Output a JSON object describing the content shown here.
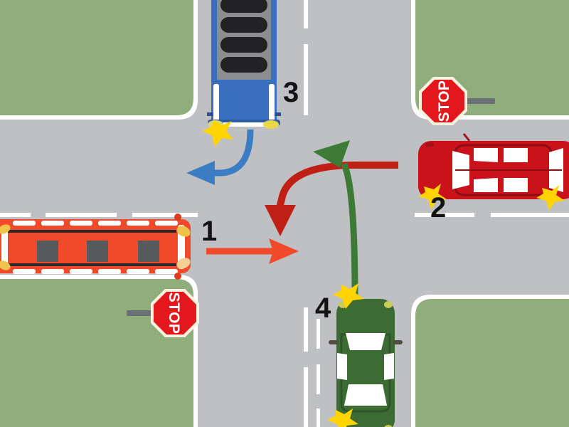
{
  "diagram": {
    "title": "Four-way intersection right-of-way diagram",
    "type": "traffic-intersection",
    "background_color": "#bfc0c4",
    "grass_color": "#8fae7c",
    "curb_color": "#ffffff",
    "lane_marking_color": "#ffffff"
  },
  "labels": {
    "one": "1",
    "two": "2",
    "three": "3",
    "four": "4"
  },
  "signs": [
    {
      "name": "stop-sign-northeast",
      "text": "STOP",
      "face_color": "#e3171c",
      "rotation": -90
    },
    {
      "name": "stop-sign-southwest",
      "text": "STOP",
      "face_color": "#e3171c",
      "rotation": 90
    }
  ],
  "vehicles": [
    {
      "id": "1",
      "name": "orange-bus",
      "type": "bus",
      "color": "#f04a2a",
      "position": "west-approach",
      "heading": "east",
      "signals": "hazard-none"
    },
    {
      "id": "2",
      "name": "red-car",
      "type": "car",
      "color": "#c9121a",
      "position": "east-approach",
      "heading": "west",
      "signals": "both-corners"
    },
    {
      "id": "3",
      "name": "blue-truck",
      "type": "flatbed-truck",
      "color": "#3a6fc0",
      "position": "north-approach",
      "heading": "south",
      "signals": "left-front"
    },
    {
      "id": "4",
      "name": "green-car",
      "type": "car",
      "color": "#3d6b34",
      "position": "south-approach",
      "heading": "north",
      "signals": "left-side"
    }
  ],
  "arrows": [
    {
      "name": "arrow-1-orange",
      "color": "#f04a2a",
      "path": "straight-east",
      "belongs_to": "1"
    },
    {
      "name": "arrow-2-red",
      "color": "#c01f16",
      "path": "left-turn-south",
      "belongs_to": "2"
    },
    {
      "name": "arrow-3-blue",
      "color": "#3a7dc2",
      "path": "right-turn-west",
      "belongs_to": "3"
    },
    {
      "name": "arrow-4-green",
      "color": "#3d7a35",
      "path": "straight-north",
      "belongs_to": "4"
    }
  ],
  "colors": {
    "road": "#bfc0c4",
    "grass": "#8fae7c",
    "curb": "#ffffff",
    "orange": "#f04a2a",
    "red": "#c9121a",
    "dark_red": "#c01f16",
    "blue": "#3a6fc0",
    "arrow_blue": "#3a7dc2",
    "green": "#3d6b34",
    "arrow_green": "#3d7a35",
    "yellow": "#ffd400",
    "sign_red": "#e3171c",
    "label_black": "#131313"
  }
}
